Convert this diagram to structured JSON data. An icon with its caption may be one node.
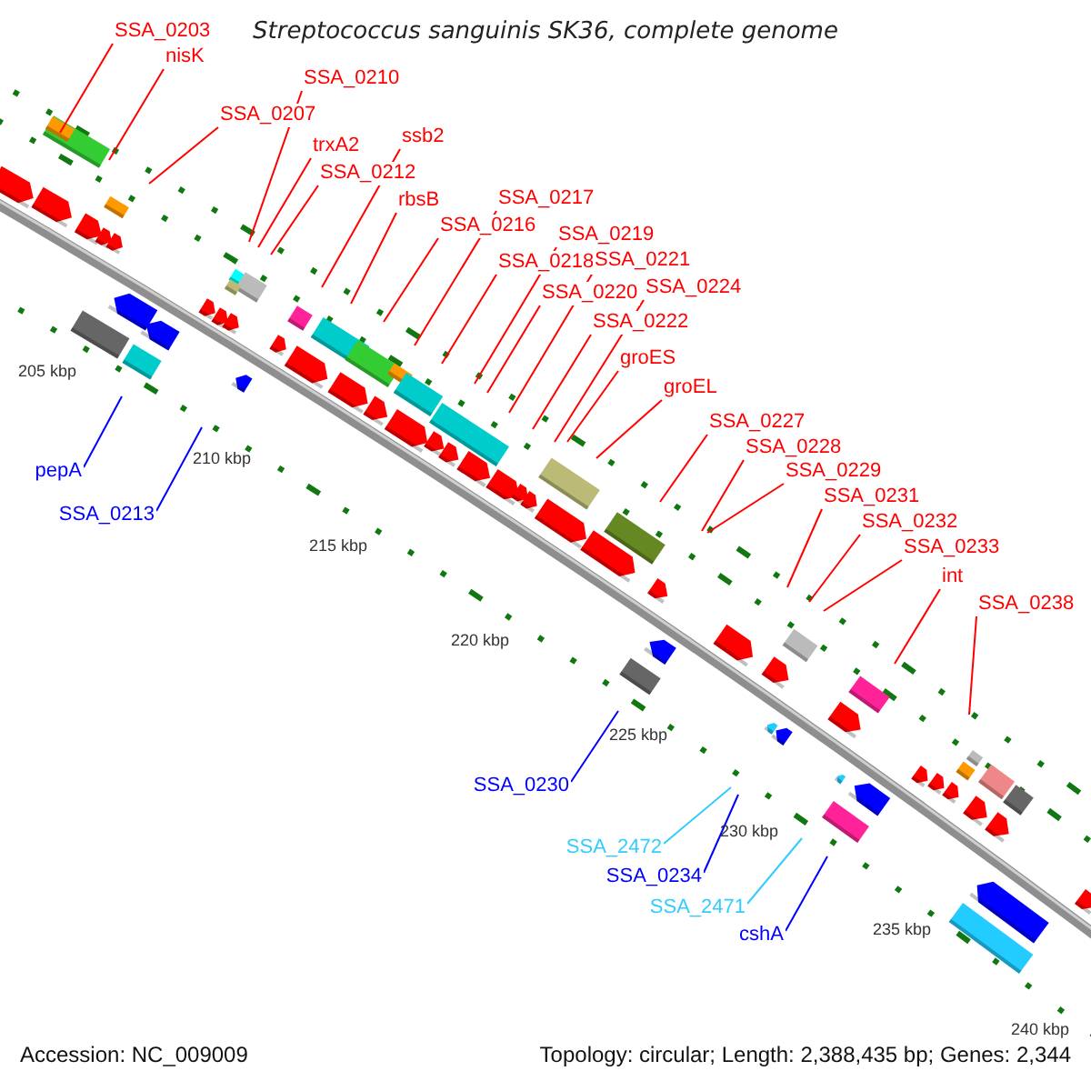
{
  "diagram": {
    "title": "Streptococcus sanguinis SK36, complete genome",
    "nodes": [
      {
        "text": [
          "SSA_0203"
        ]
      },
      {
        "text": [
          "nisK"
        ]
      },
      {
        "text": [
          "SSA_0210"
        ]
      },
      {
        "text": [
          "SSA_0207"
        ]
      },
      {
        "text": [
          "trxA2"
        ]
      },
      {
        "text": [
          "ssb2"
        ]
      },
      {
        "text": [
          "SSA_0212"
        ]
      },
      {
        "text": [
          "rbsB"
        ]
      },
      {
        "text": [
          "SSA_0216"
        ]
      },
      {
        "text": [
          "SSA_0217"
        ]
      },
      {
        "text": [
          "SSA_0219"
        ]
      },
      {
        "text": [
          "SSA_0218"
        ]
      },
      {
        "text": [
          "SSA_0221"
        ]
      },
      {
        "text": [
          "SSA_0220"
        ]
      },
      {
        "text": [
          "SSA_0224"
        ]
      },
      {
        "text": [
          "SSA_0222"
        ]
      },
      {
        "text": [
          "groES"
        ]
      },
      {
        "text": [
          "groEL"
        ]
      },
      {
        "text": [
          "SSA_0227"
        ]
      },
      {
        "text": [
          "SSA_0228"
        ]
      },
      {
        "text": [
          "SSA_0229"
        ]
      },
      {
        "text": [
          "SSA_0231"
        ]
      },
      {
        "text": [
          "SSA_0232"
        ]
      },
      {
        "text": [
          "SSA_0233"
        ]
      },
      {
        "text": [
          "int"
        ]
      },
      {
        "text": [
          "SSA_0238"
        ]
      },
      {
        "text": [
          "pepA"
        ]
      },
      {
        "text": [
          "SSA_0213"
        ]
      },
      {
        "text": [
          "SSA_0230"
        ]
      },
      {
        "text": [
          "SSA_2472"
        ]
      },
      {
        "text": [
          "SSA_0234"
        ]
      },
      {
        "text": [
          "SSA_2471"
        ]
      },
      {
        "text": [
          "cshA"
        ]
      }
    ],
    "edges": [
      {
        "from": 0,
        "to": null,
        "arrow": "none"
      },
      {
        "from": 1,
        "to": null,
        "arrow": "none"
      },
      {
        "from": 2,
        "to": null,
        "arrow": "none"
      },
      {
        "from": 3,
        "to": null,
        "arrow": "none"
      },
      {
        "from": 4,
        "to": null,
        "arrow": "none"
      },
      {
        "from": 5,
        "to": null,
        "arrow": "none"
      },
      {
        "from": 6,
        "to": null,
        "arrow": "none"
      },
      {
        "from": 7,
        "to": null,
        "arrow": "none"
      },
      {
        "from": 8,
        "to": null,
        "arrow": "none"
      },
      {
        "from": 9,
        "to": null,
        "arrow": "none"
      },
      {
        "from": 10,
        "to": null,
        "arrow": "none"
      },
      {
        "from": 11,
        "to": null,
        "arrow": "none"
      },
      {
        "from": 12,
        "to": null,
        "arrow": "none"
      },
      {
        "from": 13,
        "to": null,
        "arrow": "none"
      },
      {
        "from": 14,
        "to": null,
        "arrow": "none"
      },
      {
        "from": 15,
        "to": null,
        "arrow": "none"
      },
      {
        "from": 16,
        "to": null,
        "arrow": "none"
      },
      {
        "from": 17,
        "to": null,
        "arrow": "none"
      },
      {
        "from": 18,
        "to": null,
        "arrow": "none"
      },
      {
        "from": 19,
        "to": null,
        "arrow": "none"
      },
      {
        "from": 20,
        "to": null,
        "arrow": "none"
      },
      {
        "from": 21,
        "to": null,
        "arrow": "none"
      },
      {
        "from": 22,
        "to": null,
        "arrow": "none"
      },
      {
        "from": 23,
        "to": null,
        "arrow": "none"
      },
      {
        "from": 24,
        "to": null,
        "arrow": "none"
      },
      {
        "from": 25,
        "to": null,
        "arrow": "none"
      },
      {
        "from": 26,
        "to": null,
        "arrow": "none",
        "color": "#0000ff"
      },
      {
        "from": 27,
        "to": null,
        "arrow": "none",
        "color": "#0000ff"
      },
      {
        "from": 28,
        "to": null,
        "arrow": "none",
        "color": "#0000ff"
      },
      {
        "from": 29,
        "to": null,
        "arrow": "none",
        "color": "#33ccff"
      },
      {
        "from": 30,
        "to": null,
        "arrow": "none",
        "color": "#0000ff"
      },
      {
        "from": 31,
        "to": null,
        "arrow": "none",
        "color": "#33ccff"
      },
      {
        "from": 32,
        "to": null,
        "arrow": "none",
        "color": "#0000ff"
      }
    ],
    "labels": [
      "205 kbp",
      "210 kbp",
      "215 kbp",
      "220 kbp",
      "225 kbp",
      "230 kbp",
      "235 kbp",
      "240 kbp",
      "Accession: NC_009009",
      "Topology: circular; Length: 2,388,435 bp; Genes: 2,344"
    ]
  }
}
